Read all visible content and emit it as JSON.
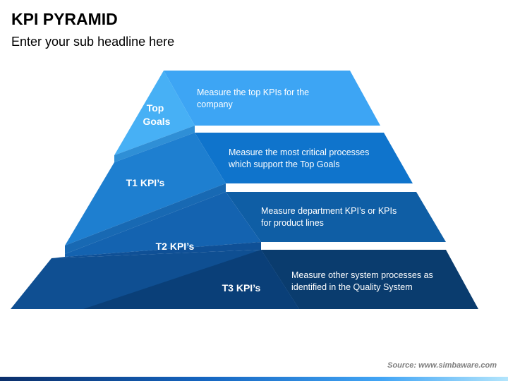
{
  "header": {
    "title": "KPI PYRAMID",
    "subtitle": "Enter your sub headline here"
  },
  "levels": [
    {
      "label_lines": [
        "Top",
        "Goals"
      ],
      "desc_lines": [
        "Measure the top KPIs for the",
        "company"
      ],
      "colors": {
        "front": "#47b0f5",
        "side": "#2f8fd6",
        "panel": "#3da5f4"
      }
    },
    {
      "label_lines": [
        "T1 KPI’s"
      ],
      "desc_lines": [
        "Measure the most critical processes",
        "which support the Top Goals"
      ],
      "colors": {
        "front": "#1e7fd0",
        "side": "#1869b3",
        "panel": "#0f74cc"
      }
    },
    {
      "label_lines": [
        "T2 KPI’s"
      ],
      "desc_lines": [
        "Measure department KPI’s or KPIs",
        "for product lines"
      ],
      "colors": {
        "front": "#1463b0",
        "side": "#0f5096",
        "panel": "#0f5ea5"
      }
    },
    {
      "label_lines": [
        "T3 KPI’s"
      ],
      "desc_lines": [
        "Measure other system processes as",
        "identified in the Quality System"
      ],
      "colors": {
        "front": "#0f4f92",
        "side": "#0a3f78",
        "panel": "#0a3c6e"
      }
    }
  ],
  "footer": {
    "source": "Source: www.simbaware.com"
  }
}
